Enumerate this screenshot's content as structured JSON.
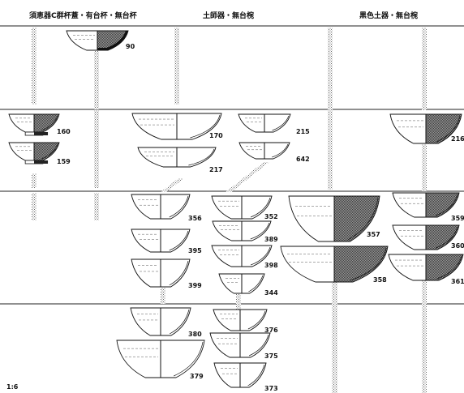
{
  "headers": {
    "sue": "須恵器C群杯蓋・有台杯・無台杯",
    "hajiki": "土師器・無台椀",
    "kokushoku": "黒色土器・無台椀"
  },
  "scale": "1:6",
  "vessels": [
    {
      "id": "v90",
      "number": "90",
      "group": "sue",
      "dark": true
    },
    {
      "id": "v160",
      "number": "160",
      "group": "sue",
      "dark": true
    },
    {
      "id": "v159",
      "number": "159",
      "group": "sue",
      "dark": true
    },
    {
      "id": "v170",
      "number": "170",
      "group": "hajiki",
      "dark": false
    },
    {
      "id": "v217",
      "number": "217",
      "group": "hajiki",
      "dark": false
    },
    {
      "id": "v215",
      "number": "215",
      "group": "hajiki",
      "dark": false
    },
    {
      "id": "v642",
      "number": "642",
      "group": "hajiki",
      "dark": false
    },
    {
      "id": "v216",
      "number": "216",
      "group": "kokushoku",
      "dark": true
    },
    {
      "id": "v356",
      "number": "356",
      "group": "hajiki",
      "dark": false
    },
    {
      "id": "v395",
      "number": "395",
      "group": "hajiki",
      "dark": false
    },
    {
      "id": "v399",
      "number": "399",
      "group": "hajiki",
      "dark": false
    },
    {
      "id": "v352",
      "number": "352",
      "group": "hajiki",
      "dark": false
    },
    {
      "id": "v389",
      "number": "389",
      "group": "hajiki",
      "dark": false
    },
    {
      "id": "v398",
      "number": "398",
      "group": "hajiki",
      "dark": false
    },
    {
      "id": "v344",
      "number": "344",
      "group": "hajiki",
      "dark": false
    },
    {
      "id": "v357",
      "number": "357",
      "group": "kokushoku",
      "dark": true
    },
    {
      "id": "v358",
      "number": "358",
      "group": "kokushoku",
      "dark": true
    },
    {
      "id": "v359",
      "number": "359",
      "group": "kokushoku",
      "dark": true
    },
    {
      "id": "v360",
      "number": "360",
      "group": "kokushoku",
      "dark": true
    },
    {
      "id": "v361",
      "number": "361",
      "group": "kokushoku",
      "dark": true
    },
    {
      "id": "v380",
      "number": "380",
      "group": "hajiki",
      "dark": false
    },
    {
      "id": "v379",
      "number": "379",
      "group": "hajiki",
      "dark": false
    },
    {
      "id": "v376",
      "number": "376",
      "group": "hajiki",
      "dark": false
    },
    {
      "id": "v375",
      "number": "375",
      "group": "hajiki",
      "dark": false
    },
    {
      "id": "v373",
      "number": "373",
      "group": "hajiki",
      "dark": false
    }
  ]
}
